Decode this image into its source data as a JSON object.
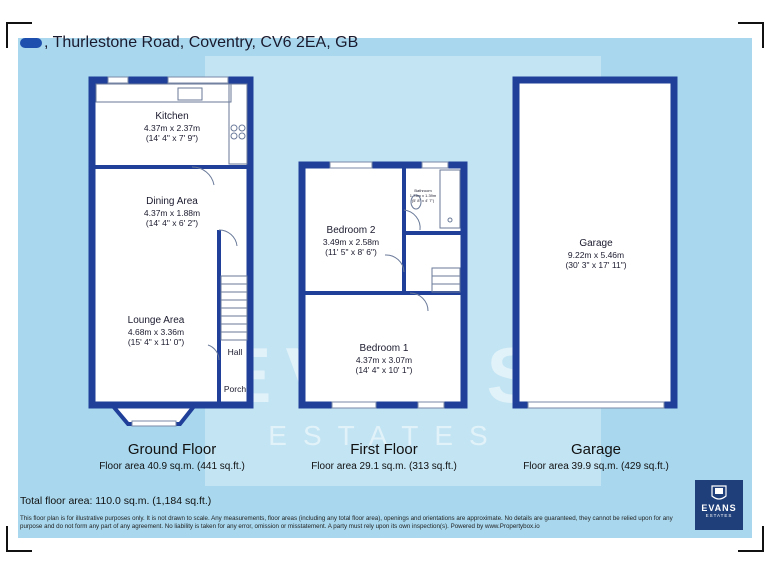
{
  "title": "Thurlestone Road, Coventry, CV6 2EA, GB",
  "title_prefix": ", ",
  "watermark": {
    "main": "EVANS",
    "sub": "ESTATES"
  },
  "floors": [
    {
      "name": "Ground Floor",
      "area": "Floor area 40.9 sq.m. (441 sq.ft.)"
    },
    {
      "name": "First Floor",
      "area": "Floor area 29.1 sq.m. (313 sq.ft.)"
    },
    {
      "name": "Garage",
      "area": "Floor area 39.9 sq.m. (429 sq.ft.)"
    }
  ],
  "rooms": {
    "kitchen": {
      "name": "Kitchen",
      "metric": "4.37m x 2.37m",
      "imperial": "(14' 4\" x 7' 9\")"
    },
    "dining": {
      "name": "Dining Area",
      "metric": "4.37m x 1.88m",
      "imperial": "(14' 4\" x 6' 2\")"
    },
    "lounge": {
      "name": "Lounge Area",
      "metric": "4.68m x 3.36m",
      "imperial": "(15' 4\" x 11' 0\")"
    },
    "hall": {
      "name": "Hall"
    },
    "porch": {
      "name": "Porch"
    },
    "bedroom2": {
      "name": "Bedroom 2",
      "metric": "3.49m x 2.58m",
      "imperial": "(11' 5\" x 8' 6\")"
    },
    "bathroom": {
      "name": "Bathroom",
      "metric": "1.74m x 1.39m",
      "imperial": "(5' 8\" x 4' 7\")"
    },
    "bedroom1": {
      "name": "Bedroom 1",
      "metric": "4.37m x 3.07m",
      "imperial": "(14' 4\" x 10' 1\")"
    },
    "garage": {
      "name": "Garage",
      "metric": "9.22m x 5.46m",
      "imperial": "(30' 3\" x 17' 11\")"
    }
  },
  "total": "Total floor area: 110.0 sq.m. (1,184 sq.ft.)",
  "disclaimer": "This floor plan is for illustrative purposes only. It is not drawn to scale. Any measurements, floor areas (including any total floor area), openings and orientations are approximate. No details are guaranteed, they cannot be relied upon for any purpose and do not form any part of any agreement. No liability is taken for any error, omission or misstatement. A party must rely upon its own inspection(s). Powered by www.Propertybox.io",
  "logo": {
    "main": "EVANS",
    "sub": "ESTATES"
  },
  "colors": {
    "wall": "#1f3f99",
    "panel": "#a9d8ee",
    "logo_bg": "#1f3f7a"
  }
}
